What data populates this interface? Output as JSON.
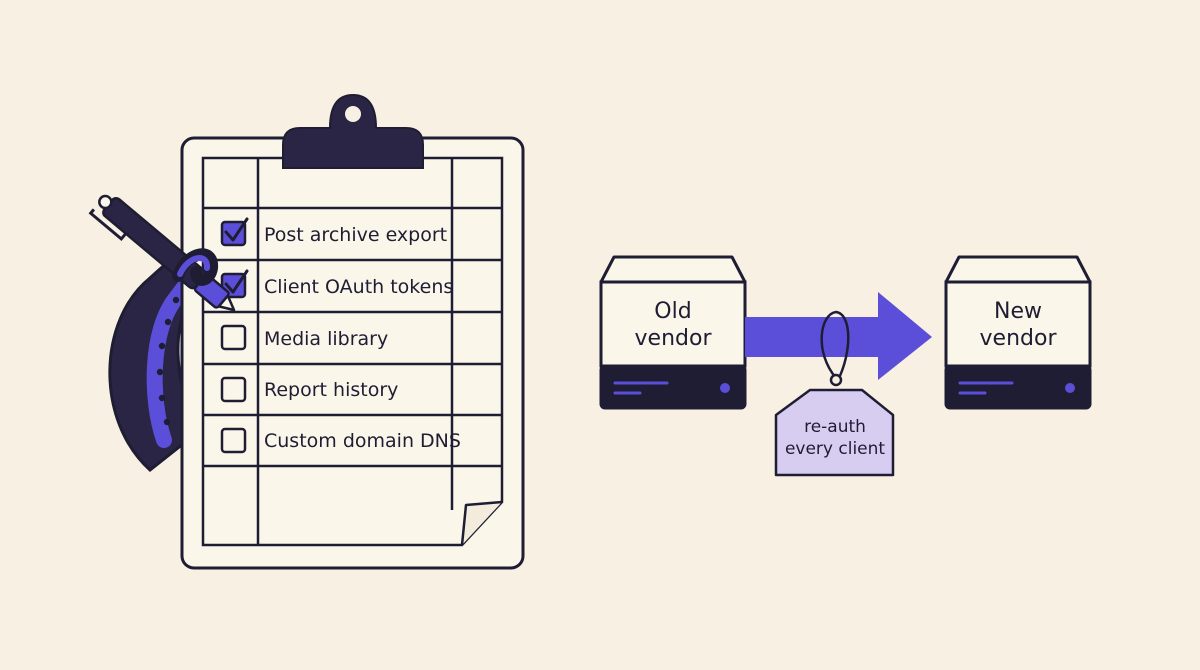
{
  "checklist": {
    "items": [
      {
        "label": "Post archive export",
        "checked": true
      },
      {
        "label": "Client OAuth tokens",
        "checked": true
      },
      {
        "label": "Media library",
        "checked": false
      },
      {
        "label": "Report history",
        "checked": false
      },
      {
        "label": "Custom domain DNS",
        "checked": false
      }
    ]
  },
  "migration": {
    "source": {
      "line1": "Old",
      "line2": "vendor"
    },
    "target": {
      "line1": "New",
      "line2": "vendor"
    },
    "tag": {
      "line1": "re-auth",
      "line2": "every client"
    }
  },
  "colors": {
    "ink": "#1f1d33",
    "accent": "#5b4fd9",
    "tag_fill": "#d7cdf0",
    "background": "#f8f1e3",
    "paper": "#fbf6ea"
  }
}
